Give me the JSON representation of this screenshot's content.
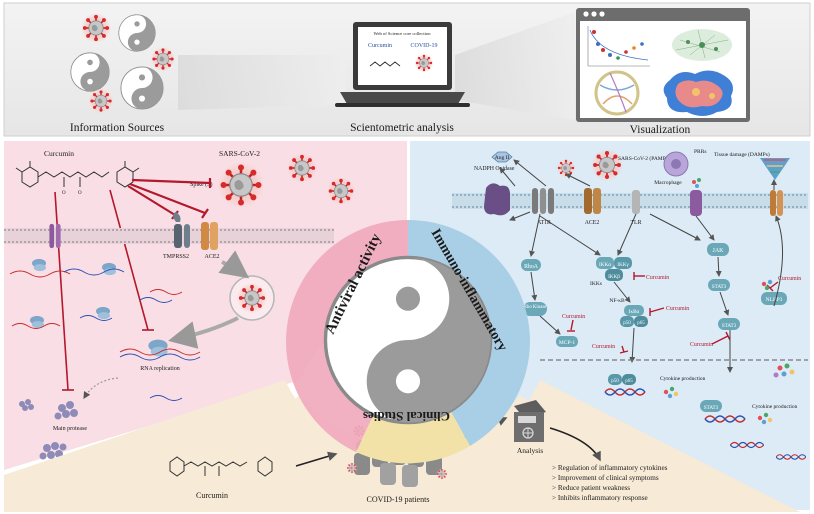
{
  "top_panel": {
    "information_sources": "Information Sources",
    "scientometric_analysis": "Scientometric analysis",
    "visualization": "Visualization",
    "laptop_screen_title": "Web of Science core collection",
    "laptop_curcumin": "Curcumin",
    "laptop_covid": "COVID-19"
  },
  "center": {
    "antiviral_activity": "Antiviral activity",
    "immuno_inflammatory": "Immuno-inflammatory",
    "clinical_studies": "Clinical Studies"
  },
  "antiviral": {
    "curcumin": "Curcumin",
    "sars_cov_2": "SARS-CoV-2",
    "spike": "Spike (S)",
    "tmprss2": "TMPRSS2",
    "ace2": "ACE2",
    "rna_replication": "RNA replication",
    "main_protease": "Main protease"
  },
  "immuno": {
    "ang2": "Ang II",
    "nadph_oxidase": "NADPH Oxidase",
    "sars_pamps": "SARS-CoV-2 (PAMPs)",
    "macrophage": "Macrophage",
    "prrs": "PRRs",
    "tissue_damage": "Tissue damage (DAMPs)",
    "at1r": "AT1R",
    "ace2": "ACE2",
    "tlr": "TLR",
    "rhoa": "RhoA",
    "ikka": "IKKα",
    "ikkg": "IKKγ",
    "ikkb": "IKKβ",
    "ikks": "IKKs",
    "jak": "JAK",
    "stat3": "STAT3",
    "nlrp3": "NLRP3",
    "curcumin": "Curcumin",
    "rho_kinase": "Rho Kinase",
    "nfkb": "NF-κB",
    "ikba": "IκBα",
    "p50": "p50",
    "p65": "p65",
    "mcp1": "MCP-1",
    "cytokine_production": "Cytokine production"
  },
  "clinical": {
    "curcumin": "Curcumin",
    "covid_patients": "COVID-19 patients",
    "analysis": "Analysis",
    "outcomes": [
      "> Regulation of inflammatory cytokines",
      "> Improvement of clinical symptoms",
      "> Reduce patient weakness",
      "> Inhibits inflammatory response"
    ]
  },
  "colors": {
    "antiviral_bg": "#f9dfe5",
    "immuno_bg": "#dcebf5",
    "clinical_bg": "#f7ead6",
    "virus_red": "#d42b2b",
    "inhibit_red": "#b5172d"
  },
  "icons": [
    "virus-icon",
    "yin-yang-icon",
    "laptop-icon",
    "browser-window-icon",
    "membrane-icon",
    "dna-icon",
    "analysis-box-icon",
    "people-group-icon"
  ]
}
